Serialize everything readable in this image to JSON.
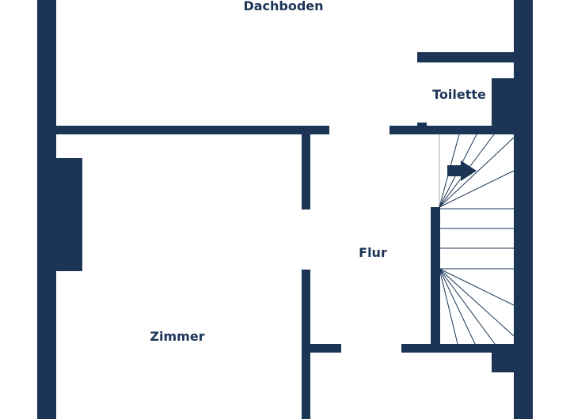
{
  "plan": {
    "wall_color": "#1c3556",
    "background_color": "#ffffff",
    "rooms": {
      "attic": "Dachboden",
      "toilet": "Toilette",
      "hallway": "Flur",
      "room": "Zimmer"
    },
    "icons": {
      "stair_direction": "arrow-right-icon"
    }
  }
}
